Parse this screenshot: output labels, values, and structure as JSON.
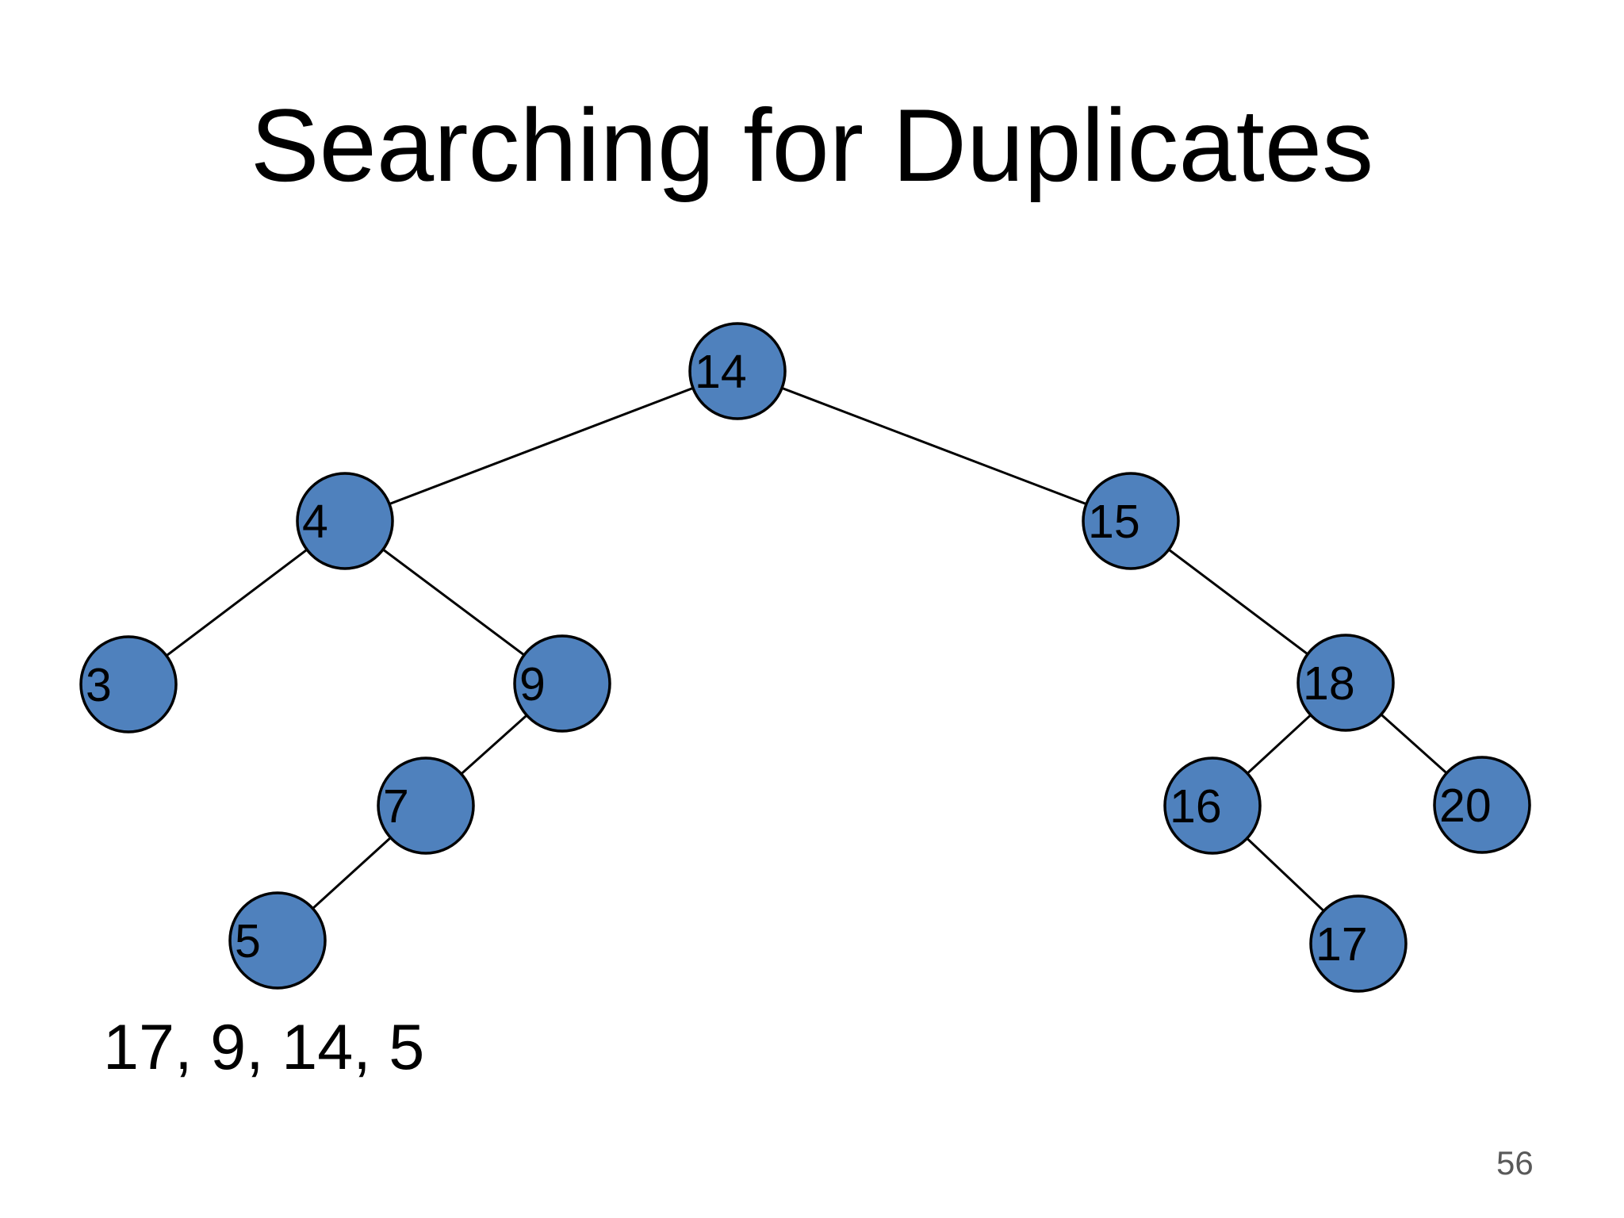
{
  "slide": {
    "title": "Searching for Duplicates",
    "insert_sequence": "17, 9, 14, 5",
    "page_number": "56"
  },
  "colors": {
    "node_fill": "#4f81bd",
    "node_stroke": "#000000",
    "edge_stroke": "#000000",
    "page_number_gray": "#595959"
  },
  "tree": {
    "nodes": [
      {
        "value": "14"
      },
      {
        "value": "4"
      },
      {
        "value": "15"
      },
      {
        "value": "3"
      },
      {
        "value": "9"
      },
      {
        "value": "18"
      },
      {
        "value": "7"
      },
      {
        "value": "16"
      },
      {
        "value": "20"
      },
      {
        "value": "5"
      },
      {
        "value": "17"
      }
    ],
    "edges": [
      {
        "from": "14",
        "to": "4"
      },
      {
        "from": "14",
        "to": "15"
      },
      {
        "from": "4",
        "to": "3"
      },
      {
        "from": "4",
        "to": "9"
      },
      {
        "from": "9",
        "to": "7"
      },
      {
        "from": "7",
        "to": "5"
      },
      {
        "from": "15",
        "to": "18"
      },
      {
        "from": "18",
        "to": "16"
      },
      {
        "from": "18",
        "to": "20"
      },
      {
        "from": "16",
        "to": "17"
      }
    ]
  }
}
